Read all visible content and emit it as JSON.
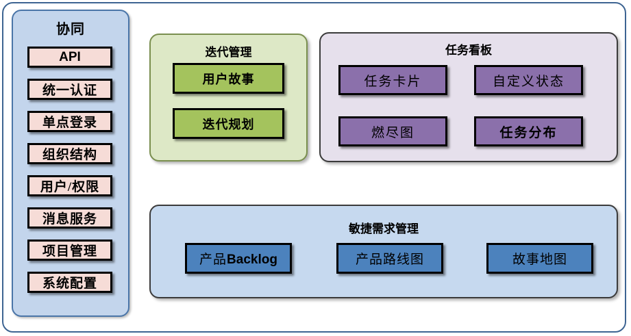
{
  "diagram": {
    "sidebar": {
      "title": "协同",
      "items": [
        {
          "label": "API",
          "style": "latin-bold"
        },
        {
          "label": "统一认证",
          "style": "cjk"
        },
        {
          "label": "单点登录",
          "style": "cjk"
        },
        {
          "label": "组织结构",
          "style": "cjk"
        },
        {
          "label": "用户/权限",
          "style": "cjk"
        },
        {
          "label": "消息服务",
          "style": "cjk"
        },
        {
          "label": "项目管理",
          "style": "cjk"
        },
        {
          "label": "系统配置",
          "style": "cjk"
        }
      ]
    },
    "panels": [
      {
        "id": "iteration",
        "title": "迭代管理",
        "cards": [
          {
            "label": "用户故事"
          },
          {
            "label": "迭代规划"
          }
        ]
      },
      {
        "id": "taskboard",
        "title": "任务看板",
        "cards": [
          {
            "label": "任务卡片"
          },
          {
            "label": "自定义状态"
          },
          {
            "label": "燃尽图"
          },
          {
            "label": "任务分布"
          }
        ]
      },
      {
        "id": "agile",
        "title": "敏捷需求管理",
        "cards": [
          {
            "label_cjk": "产品",
            "label_latin": "Backlog"
          },
          {
            "label": "产品路线图"
          },
          {
            "label": "故事地图"
          }
        ]
      }
    ],
    "colors": {
      "frame_border": "#3d6492",
      "sidebar_fill": "#c3d5ec",
      "sidebar_border": "#4a75a8",
      "sidebar_card": "#f6dcd7",
      "iteration_fill": "#dde8c6",
      "iteration_border": "#7a8f4f",
      "iteration_card": "#a4c35d",
      "taskboard_fill": "#e6e0ec",
      "taskboard_card": "#8b70ab",
      "agile_fill": "#c6d9ef",
      "agile_card": "#4c82bd",
      "card_border": "#000000"
    }
  }
}
